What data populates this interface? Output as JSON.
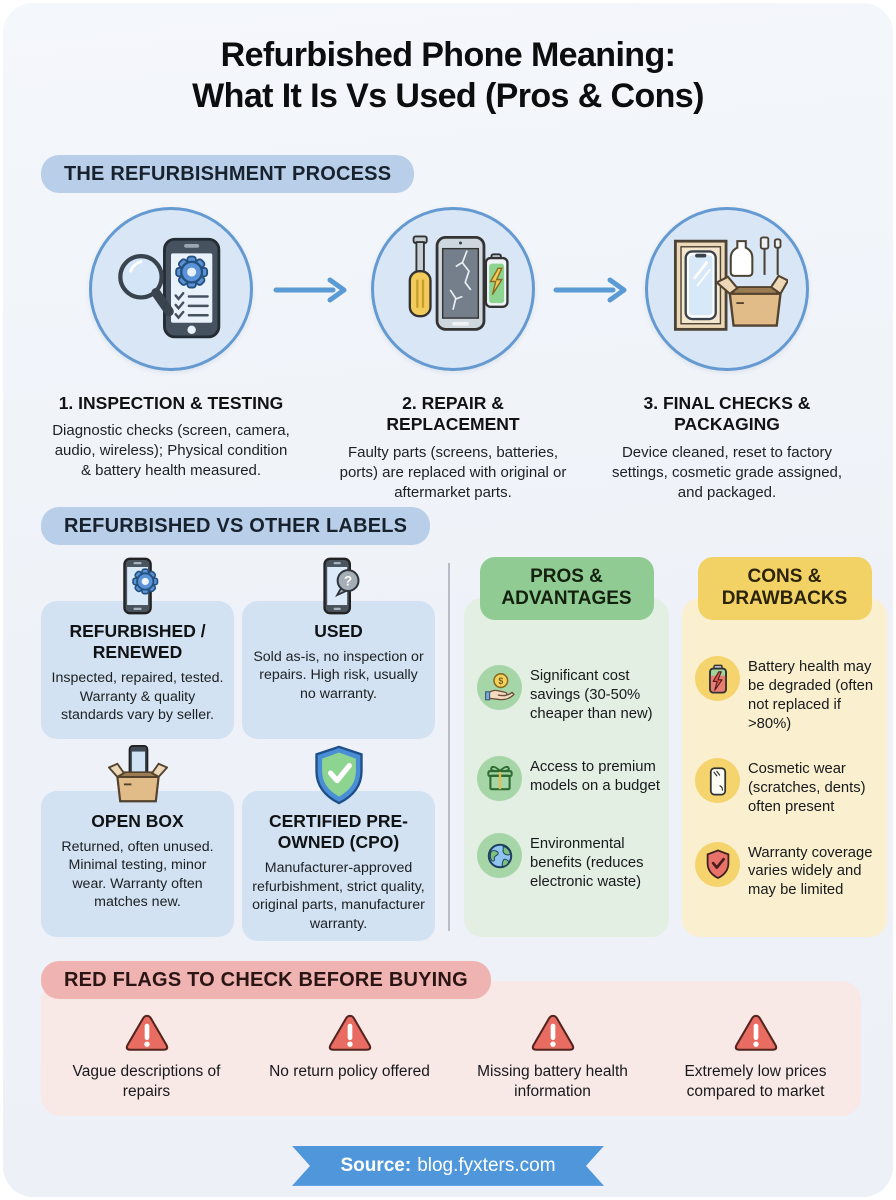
{
  "title": {
    "line1": "Refurbished Phone Meaning:",
    "line2": "What It Is Vs Used (Pros & Cons)"
  },
  "colors": {
    "background": "#eef2f8",
    "section_pill_blue": "#b9cfe9",
    "process_circle_fill": "#d9e6f5",
    "process_circle_border": "#649ad1",
    "arrow_blue": "#5b9bd5",
    "label_card_blue": "#d2e2f3",
    "pros_header_green": "#8fcb92",
    "pros_body_green": "#e3efe2",
    "cons_header_yellow": "#f2d264",
    "cons_body_yellow": "#faf0cf",
    "red_flags_pill": "#efb4b1",
    "red_flags_panel": "#f8e8e6",
    "warning_red": "#e96c62",
    "ribbon_blue": "#4f97da"
  },
  "process": {
    "header": "THE REFURBISHMENT PROCESS",
    "steps": [
      {
        "title": "1. INSPECTION & TESTING",
        "description": "Diagnostic checks (screen, camera, audio, wireless); Physical condition & battery health measured.",
        "icon": "magnifier-phone-checklist-icon"
      },
      {
        "title": "2. REPAIR & REPLACEMENT",
        "description": "Faulty parts (screens, batteries, ports) are replaced with original or aftermarket parts.",
        "icon": "screwdriver-cracked-phone-battery-icon"
      },
      {
        "title": "3. FINAL CHECKS & PACKAGING",
        "description": "Device cleaned, reset to factory settings, cosmetic grade assigned, and packaged.",
        "icon": "boxed-phone-packaging-icon"
      }
    ]
  },
  "labels_section": {
    "header": "REFURBISHED VS OTHER LABELS",
    "cards": [
      {
        "title": "REFURBISHED / RENEWED",
        "description": "Inspected, repaired, tested. Warranty & quality standards vary by seller.",
        "icon": "phone-gear-icon"
      },
      {
        "title": "USED",
        "description": "Sold as-is, no inspection or repairs. High risk, usually no warranty.",
        "icon": "phone-question-icon",
        "icon_glyph": "?"
      },
      {
        "title": "OPEN BOX",
        "description": "Returned, often unused. Minimal testing, minor wear. Warranty often matches new.",
        "icon": "open-box-phone-icon"
      },
      {
        "title": "CERTIFIED PRE-OWNED (CPO)",
        "description": "Manufacturer-approved refurbishment, strict quality, original parts, manufacturer warranty.",
        "icon": "shield-check-icon"
      }
    ]
  },
  "pros": {
    "header": "PROS & ADVANTAGES",
    "items": [
      {
        "text": "Significant cost savings (30-50% cheaper than new)",
        "icon": "hand-coin-icon",
        "icon_glyph": "$"
      },
      {
        "text": "Access to premium models on a budget",
        "icon": "gift-box-icon"
      },
      {
        "text": "Environmental benefits (reduces electronic waste)",
        "icon": "globe-icon"
      }
    ]
  },
  "cons": {
    "header": "CONS & DRAWBACKS",
    "items": [
      {
        "text": "Battery health may be degraded (often not replaced if >80%)",
        "icon": "degraded-battery-icon"
      },
      {
        "text": "Cosmetic wear (scratches, dents) often present",
        "icon": "scratched-phone-icon"
      },
      {
        "text": "Warranty coverage varies widely and may be limited",
        "icon": "warranty-shield-icon"
      }
    ]
  },
  "red_flags": {
    "header": "RED FLAGS TO CHECK BEFORE BUYING",
    "items": [
      {
        "text": "Vague descriptions of repairs",
        "icon": "warning-triangle-icon"
      },
      {
        "text": "No return policy offered",
        "icon": "warning-triangle-icon"
      },
      {
        "text": "Missing battery health information",
        "icon": "warning-triangle-icon"
      },
      {
        "text": "Extremely low prices compared to market",
        "icon": "warning-triangle-icon"
      }
    ]
  },
  "footer": {
    "source_label": "Source:",
    "source_value": "blog.fyxters.com"
  }
}
